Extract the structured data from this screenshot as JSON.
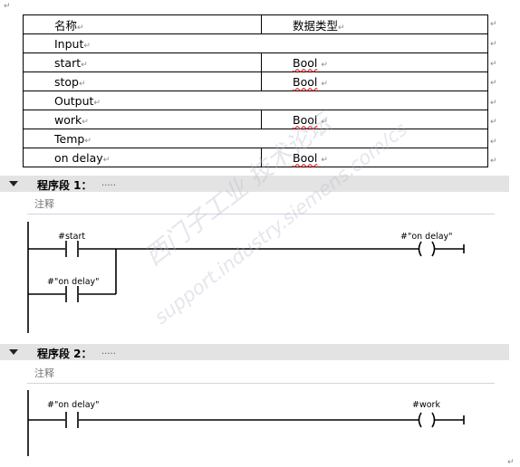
{
  "table": {
    "headers": [
      "名称",
      "数据类型"
    ],
    "rows": [
      {
        "name": "Input",
        "type": ""
      },
      {
        "name": "start",
        "type": "Bool"
      },
      {
        "name": "stop",
        "type": "Bool"
      },
      {
        "name": "Output",
        "type": ""
      },
      {
        "name": "work",
        "type": "Bool"
      },
      {
        "name": "Temp",
        "type": ""
      },
      {
        "name": "on delay",
        "type": "Bool"
      }
    ]
  },
  "networks": [
    {
      "title": "程序段 1：",
      "dots": ".....",
      "comment": "注释",
      "contacts": [
        "#start",
        "#\"on delay\""
      ],
      "coil": "#\"on delay\""
    },
    {
      "title": "程序段 2：",
      "dots": ".....",
      "comment": "注释",
      "contacts": [
        "#\"on delay\""
      ],
      "coil": "#work"
    }
  ],
  "watermark": {
    "line1": "西门子工业 技术论坛",
    "line2": "support.industry.siemens.com/cs"
  },
  "marks": {
    "para": "↵",
    "cell": "↵"
  }
}
